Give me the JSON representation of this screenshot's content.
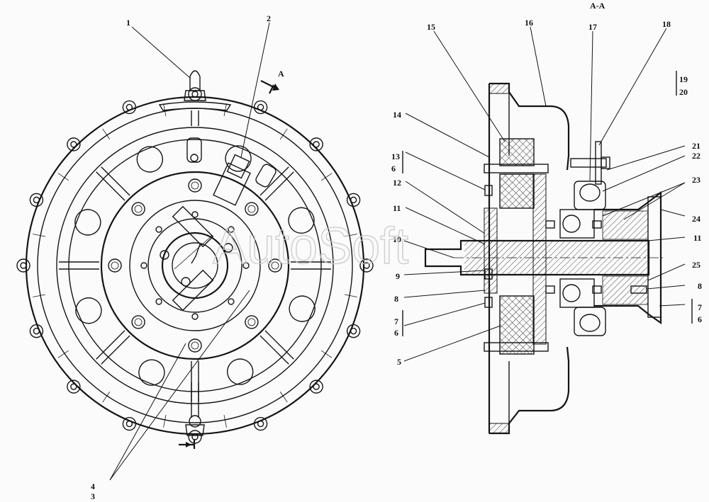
{
  "section_title": "A-A",
  "section_mark": "A",
  "watermark": "AutoSoft",
  "labels": [
    {
      "id": "1",
      "text": "1"
    },
    {
      "id": "2",
      "text": "2"
    },
    {
      "id": "3",
      "text": "3"
    },
    {
      "id": "4",
      "text": "4"
    },
    {
      "id": "5",
      "text": "5"
    },
    {
      "id": "6a",
      "text": "6"
    },
    {
      "id": "6b",
      "text": "6"
    },
    {
      "id": "6c",
      "text": "6"
    },
    {
      "id": "7a",
      "text": "7"
    },
    {
      "id": "7b",
      "text": "7"
    },
    {
      "id": "8a",
      "text": "8"
    },
    {
      "id": "8b",
      "text": "8"
    },
    {
      "id": "9",
      "text": "9"
    },
    {
      "id": "10",
      "text": "10"
    },
    {
      "id": "11a",
      "text": "11"
    },
    {
      "id": "11b",
      "text": "11"
    },
    {
      "id": "12",
      "text": "12"
    },
    {
      "id": "13",
      "text": "13"
    },
    {
      "id": "14",
      "text": "14"
    },
    {
      "id": "15",
      "text": "15"
    },
    {
      "id": "16",
      "text": "16"
    },
    {
      "id": "17",
      "text": "17"
    },
    {
      "id": "18",
      "text": "18"
    },
    {
      "id": "19",
      "text": "19"
    },
    {
      "id": "20",
      "text": "20"
    },
    {
      "id": "21",
      "text": "21"
    },
    {
      "id": "22",
      "text": "22"
    },
    {
      "id": "23",
      "text": "23"
    },
    {
      "id": "24",
      "text": "24"
    },
    {
      "id": "25",
      "text": "25"
    }
  ]
}
